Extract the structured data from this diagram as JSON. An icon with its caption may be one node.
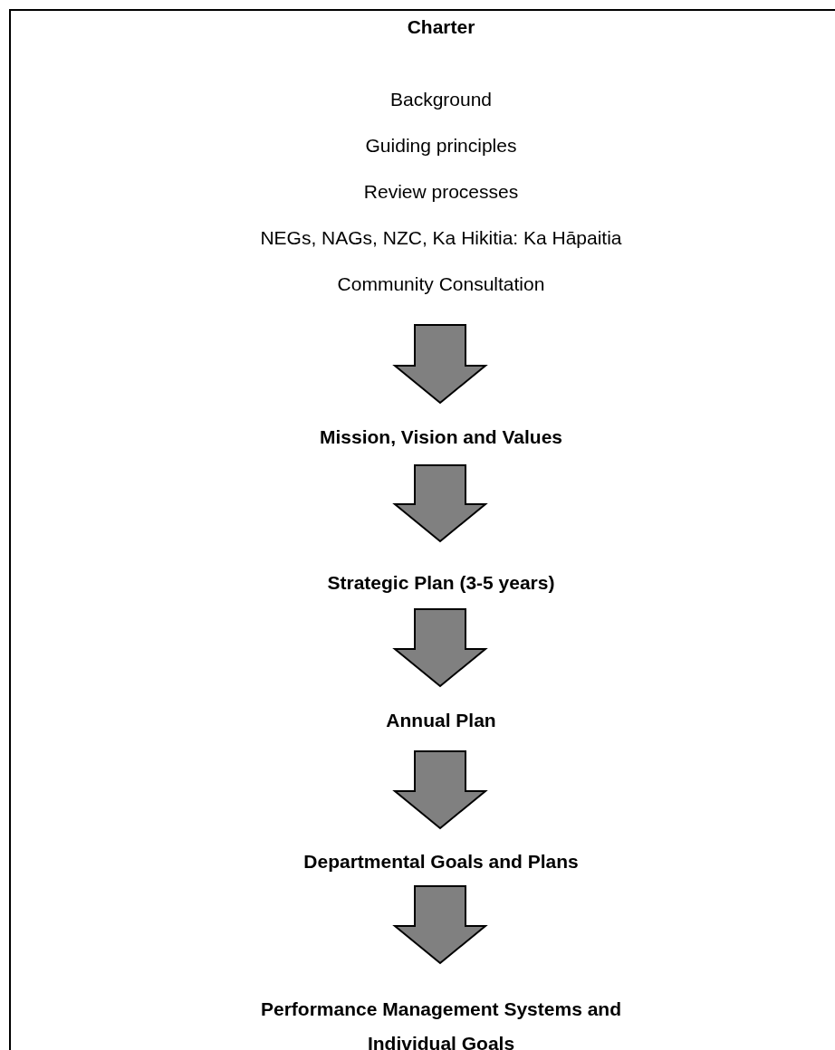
{
  "diagram": {
    "nodes": [
      {
        "text": [
          "Charter",
          "Background",
          "Guiding principles",
          "Review processes",
          "NEGs, NAGs, NZC, Ka Hikitia: Ka Hāpaitia",
          "Community Consultation"
        ]
      },
      {
        "text": [
          "Mission, Vision and Values"
        ]
      },
      {
        "text": [
          "Strategic Plan (3-5 years)"
        ]
      },
      {
        "text": [
          "Annual Plan"
        ]
      },
      {
        "text": [
          "Departmental Goals and Plans"
        ]
      },
      {
        "text": [
          "Performance Management Systems and Individual Goals"
        ]
      }
    ],
    "edges": [
      {
        "from": 0,
        "to": 1,
        "arrow": "to"
      },
      {
        "from": 1,
        "to": 2,
        "arrow": "to"
      },
      {
        "from": 2,
        "to": 3,
        "arrow": "to"
      },
      {
        "from": 3,
        "to": 4,
        "arrow": "to"
      },
      {
        "from": 4,
        "to": 5,
        "arrow": "to"
      }
    ]
  }
}
